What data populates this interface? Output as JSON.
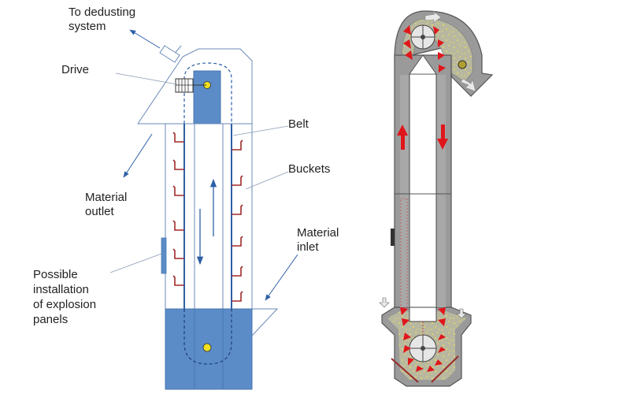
{
  "labels": {
    "dedusting": [
      "To dedusting",
      "system"
    ],
    "drive": "Drive",
    "belt": "Belt",
    "buckets": "Buckets",
    "material_outlet": [
      "Material",
      "outlet"
    ],
    "material_inlet": [
      "Material",
      "inlet"
    ],
    "explosion_panels": [
      "Possible",
      "installation",
      "of explosion",
      "panels"
    ]
  },
  "colors": {
    "housing_stroke": "#6b8ab8",
    "boot_fill": "#5b8cc8",
    "head_box_fill": "#5b8cc8",
    "leader_line": "#8a9bb5",
    "arrow_blue": "#2d5fa6",
    "bucket_dark": "#a0292a",
    "belt_line": "#2d5fa6",
    "pulley_yellow": "#f0e020",
    "casing_grey": "#9a9a9a",
    "casing_dark": "#555555",
    "bucket_red": "#e0161b",
    "material_yellow": "#e8d860",
    "flow_arrow_white": "#e8e8e8"
  },
  "icons": {
    "drive_motor": "motor-icon",
    "pulley": "pulley-icon",
    "flow_up": "arrow-up-icon",
    "flow_down": "arrow-down-icon"
  }
}
